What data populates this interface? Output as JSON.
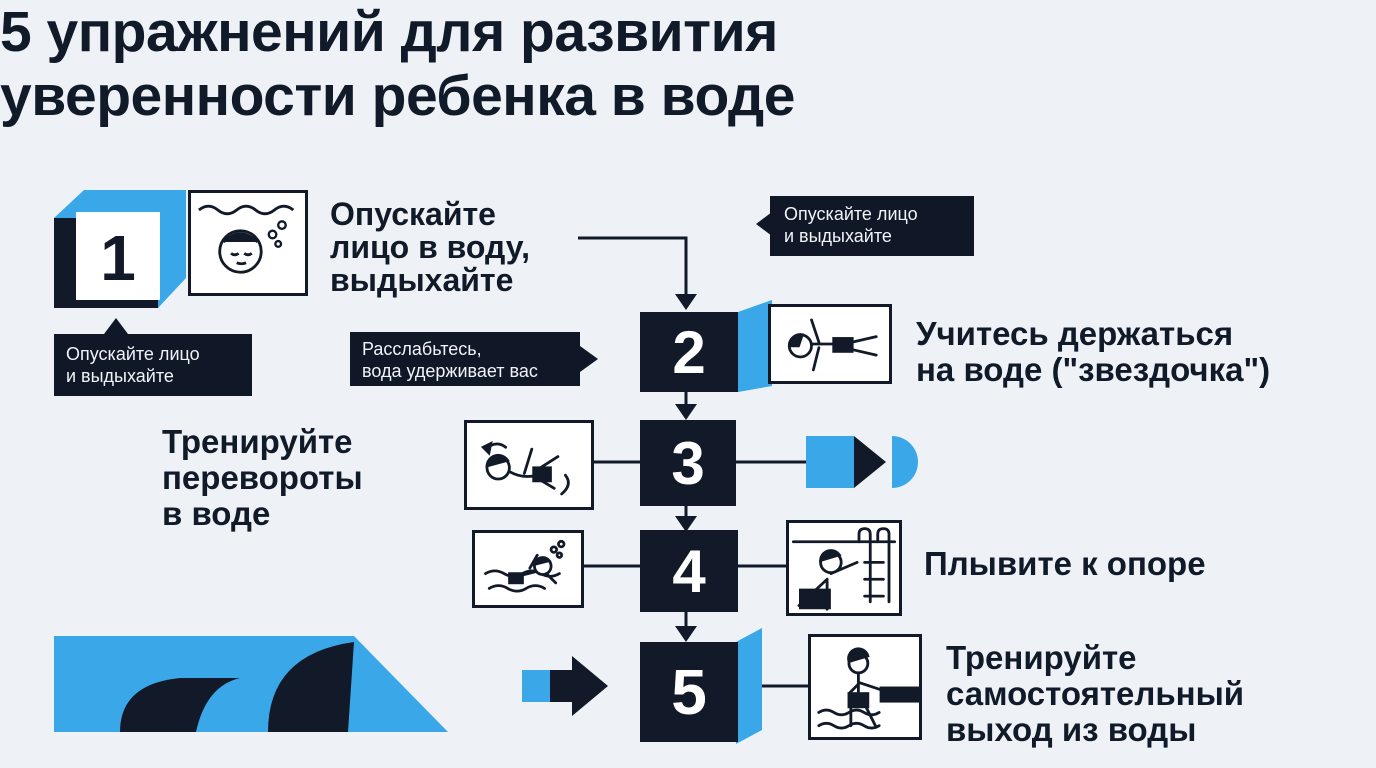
{
  "title": {
    "line1": "5 упражнений для развития",
    "line2": "уверенности ребенка в воде"
  },
  "colors": {
    "dark": "#121a29",
    "accent": "#3aa8e8",
    "background": "#eef2f7"
  },
  "steps": [
    {
      "number": "1",
      "lines": [
        "Опускайте",
        "лицо в воду,",
        "выдыхайте"
      ],
      "icon": "face-in-water-icon"
    },
    {
      "number": "2",
      "lines": [
        "Учитесь держаться",
        "на воде (\"звездочка\")"
      ],
      "icon": "starfish-float-icon"
    },
    {
      "number": "3",
      "lines": [
        "Тренируйте",
        "перевороты",
        "в воде"
      ],
      "icon": "roll-over-icon"
    },
    {
      "number": "4",
      "lines": [
        "Плывите к опоре"
      ],
      "icon": "swim-to-ladder-icon"
    },
    {
      "number": "5",
      "lines": [
        "Тренируйте",
        "самостоятельный",
        "выход из воды"
      ],
      "icon": "exit-pool-icon"
    }
  ],
  "bubbles": {
    "top": [
      "Опускайте лицо",
      "и выдыхайте"
    ],
    "left": [
      "Опускайте лицо",
      "и выдыхайте"
    ],
    "middle": [
      "Расслабьтесь,",
      "вода удерживает вас"
    ]
  }
}
